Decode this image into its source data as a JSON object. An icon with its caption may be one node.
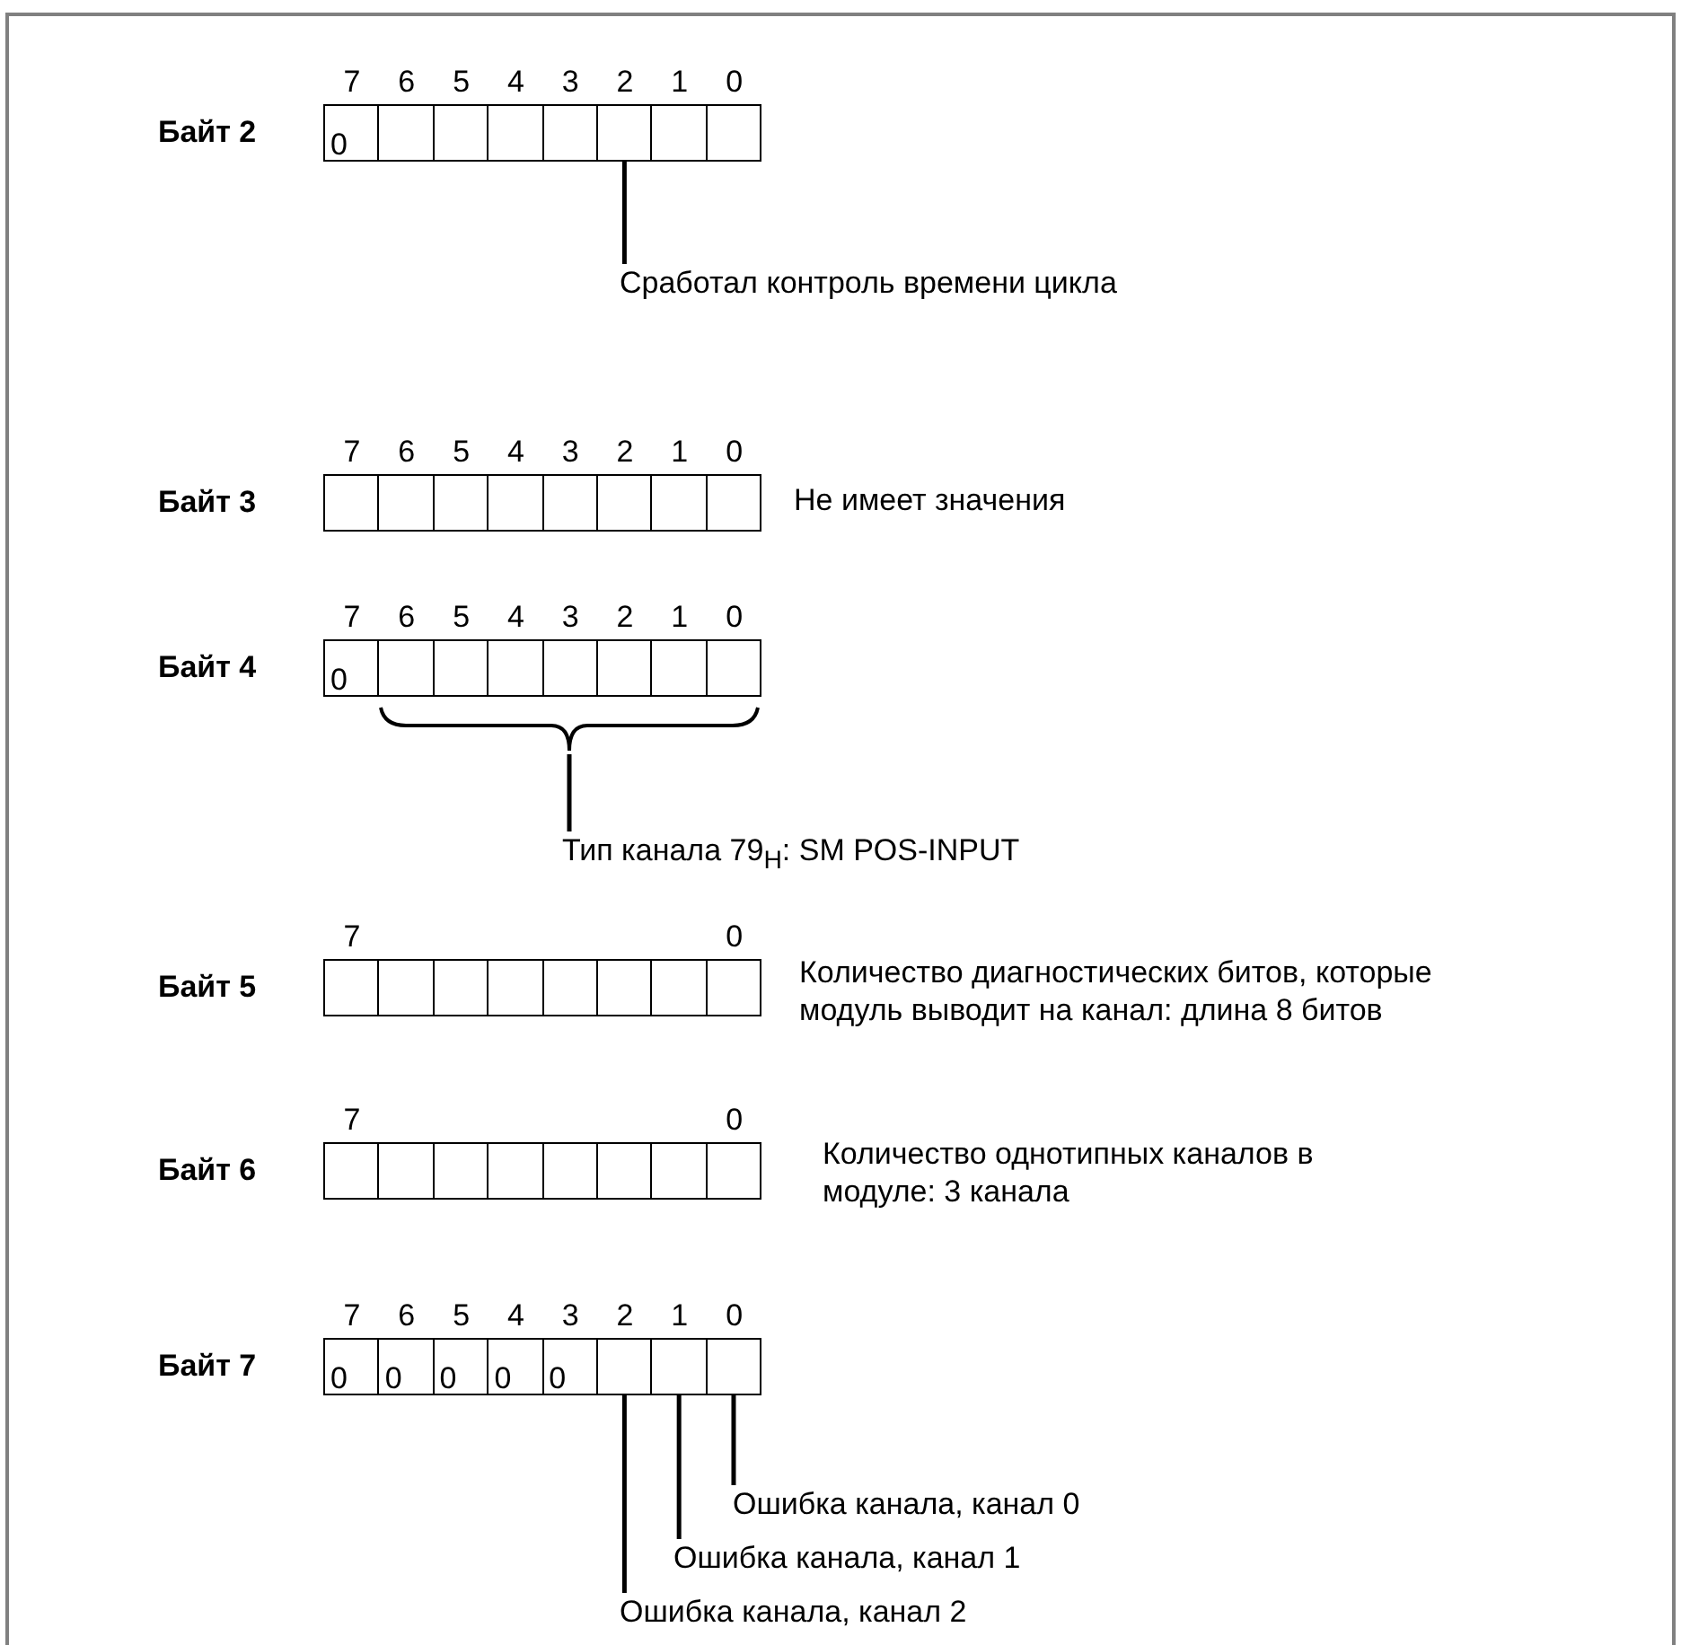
{
  "diagram": {
    "nodes": [
      {
        "text": [
          "Байт 2"
        ]
      },
      {
        "text": [
          "0"
        ],
        "in": 0,
        "beside": [
          "7"
        ]
      },
      {
        "text": [],
        "shape": "box",
        "in": 0,
        "beside": [
          "6"
        ]
      },
      {
        "text": [],
        "shape": "box",
        "in": 0,
        "beside": [
          "5"
        ]
      },
      {
        "text": [],
        "shape": "box",
        "in": 0,
        "beside": [
          "4"
        ]
      },
      {
        "text": [],
        "shape": "box",
        "in": 0,
        "beside": [
          "3"
        ]
      },
      {
        "text": [],
        "shape": "box",
        "in": 0,
        "beside": [
          "2"
        ]
      },
      {
        "text": [],
        "shape": "box",
        "in": 0,
        "beside": [
          "1"
        ]
      },
      {
        "text": [],
        "shape": "box",
        "in": 0,
        "beside": [
          "0"
        ]
      },
      {
        "text": [
          "Сработал контроль времени цикла"
        ]
      },
      {
        "text": [
          "Байт 3"
        ],
        "beside": [
          "Не имеет значения"
        ]
      },
      {
        "text": [],
        "shape": "box",
        "in": 10,
        "beside": [
          "7"
        ]
      },
      {
        "text": [],
        "shape": "box",
        "in": 10,
        "beside": [
          "6"
        ]
      },
      {
        "text": [],
        "shape": "box",
        "in": 10,
        "beside": [
          "5"
        ]
      },
      {
        "text": [],
        "shape": "box",
        "in": 10,
        "beside": [
          "4"
        ]
      },
      {
        "text": [],
        "shape": "box",
        "in": 10,
        "beside": [
          "3"
        ]
      },
      {
        "text": [],
        "shape": "box",
        "in": 10,
        "beside": [
          "2"
        ]
      },
      {
        "text": [],
        "shape": "box",
        "in": 10,
        "beside": [
          "1"
        ]
      },
      {
        "text": [],
        "shape": "box",
        "in": 10,
        "beside": [
          "0"
        ]
      },
      {
        "text": [
          "Байт 4"
        ]
      },
      {
        "text": [
          "0"
        ],
        "in": 19,
        "beside": [
          "7"
        ]
      },
      {
        "text": [],
        "shape": "box",
        "in": 19,
        "beside": [
          "6"
        ]
      },
      {
        "text": [],
        "shape": "box",
        "in": 19,
        "beside": [
          "5"
        ]
      },
      {
        "text": [],
        "shape": "box",
        "in": 19,
        "beside": [
          "4"
        ]
      },
      {
        "text": [],
        "shape": "box",
        "in": 19,
        "beside": [
          "3"
        ]
      },
      {
        "text": [],
        "shape": "box",
        "in": 19,
        "beside": [
          "2"
        ]
      },
      {
        "text": [],
        "shape": "box",
        "in": 19,
        "beside": [
          "1"
        ]
      },
      {
        "text": [],
        "shape": "box",
        "in": 19,
        "beside": [
          "0"
        ]
      },
      {
        "text": [],
        "shape": "brace"
      },
      {
        "text": [
          "Тип канала 79$_{H}$: SM POS-INPUT"
        ]
      },
      {
        "text": [
          "Байт 5"
        ],
        "beside": [
          "Количество диагностических битов, которые модуль выводит на канал: длина 8 битов"
        ]
      },
      {
        "text": [],
        "shape": "box",
        "in": 30,
        "beside": [
          "7"
        ]
      },
      {
        "text": [],
        "shape": "box",
        "in": 30
      },
      {
        "text": [],
        "shape": "box",
        "in": 30
      },
      {
        "text": [],
        "shape": "box",
        "in": 30
      },
      {
        "text": [],
        "shape": "box",
        "in": 30
      },
      {
        "text": [],
        "shape": "box",
        "in": 30
      },
      {
        "text": [],
        "shape": "box",
        "in": 30
      },
      {
        "text": [],
        "shape": "box",
        "in": 30,
        "beside": [
          "0"
        ]
      },
      {
        "text": [
          "Байт 6"
        ],
        "beside": [
          "Количество однотипных каналов в модуле: 3 канала"
        ]
      },
      {
        "text": [],
        "shape": "box",
        "in": 39,
        "beside": [
          "7"
        ]
      },
      {
        "text": [],
        "shape": "box",
        "in": 39
      },
      {
        "text": [],
        "shape": "box",
        "in": 39
      },
      {
        "text": [],
        "shape": "box",
        "in": 39
      },
      {
        "text": [],
        "shape": "box",
        "in": 39
      },
      {
        "text": [],
        "shape": "box",
        "in": 39
      },
      {
        "text": [],
        "shape": "box",
        "in": 39
      },
      {
        "text": [],
        "shape": "box",
        "in": 39,
        "beside": [
          "0"
        ]
      },
      {
        "text": [
          "Байт 7"
        ]
      },
      {
        "text": [
          "0"
        ],
        "in": 48,
        "beside": [
          "7"
        ]
      },
      {
        "text": [
          "0"
        ],
        "in": 48,
        "beside": [
          "6"
        ]
      },
      {
        "text": [
          "0"
        ],
        "in": 48,
        "beside": [
          "5"
        ]
      },
      {
        "text": [
          "0"
        ],
        "in": 48,
        "beside": [
          "4"
        ]
      },
      {
        "text": [
          "0"
        ],
        "in": 48,
        "beside": [
          "3"
        ]
      },
      {
        "text": [],
        "shape": "box",
        "in": 48,
        "beside": [
          "2"
        ]
      },
      {
        "text": [],
        "shape": "box",
        "in": 48,
        "beside": [
          "1"
        ]
      },
      {
        "text": [],
        "shape": "box",
        "in": 48,
        "beside": [
          "0"
        ]
      },
      {
        "text": [
          "Ошибка канала, канал 0"
        ]
      },
      {
        "text": [
          "Ошибка канала, канал 1"
        ]
      },
      {
        "text": [
          "Ошибка канала, канал 2"
        ]
      }
    ],
    "edges": [
      {
        "from": 9,
        "to": 6,
        "arrow": "none"
      },
      {
        "from": 29,
        "to": 28,
        "arrow": "none"
      },
      {
        "from": 57,
        "to": 56,
        "arrow": "none"
      },
      {
        "from": 58,
        "to": 55,
        "arrow": "none"
      },
      {
        "from": 59,
        "to": 54,
        "arrow": "none"
      }
    ]
  }
}
